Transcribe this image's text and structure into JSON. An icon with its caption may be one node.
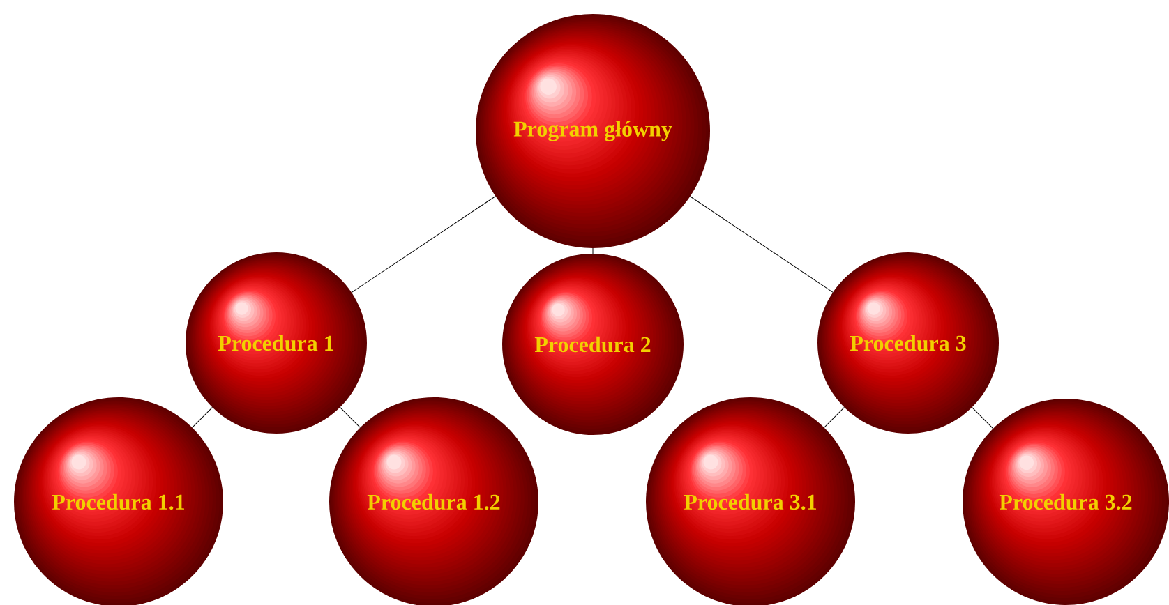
{
  "diagram": {
    "nodes": [
      {
        "text": [
          "Program główny"
        ]
      },
      {
        "text": [
          "Procedura 1"
        ]
      },
      {
        "text": [
          "Procedura 2"
        ]
      },
      {
        "text": [
          "Procedura 3"
        ]
      },
      {
        "text": [
          "Procedura 1.1"
        ]
      },
      {
        "text": [
          "Procedura 1.2"
        ]
      },
      {
        "text": [
          "Procedura 3.1"
        ]
      },
      {
        "text": [
          "Procedura 3.2"
        ]
      }
    ],
    "edges": [
      {
        "from": 0,
        "to": 1,
        "arrow": "none"
      },
      {
        "from": 0,
        "to": 2,
        "arrow": "none"
      },
      {
        "from": 0,
        "to": 3,
        "arrow": "none"
      },
      {
        "from": 1,
        "to": 4,
        "arrow": "none"
      },
      {
        "from": 1,
        "to": 5,
        "arrow": "none"
      },
      {
        "from": 3,
        "to": 6,
        "arrow": "none"
      },
      {
        "from": 3,
        "to": 7,
        "arrow": "none"
      }
    ]
  }
}
